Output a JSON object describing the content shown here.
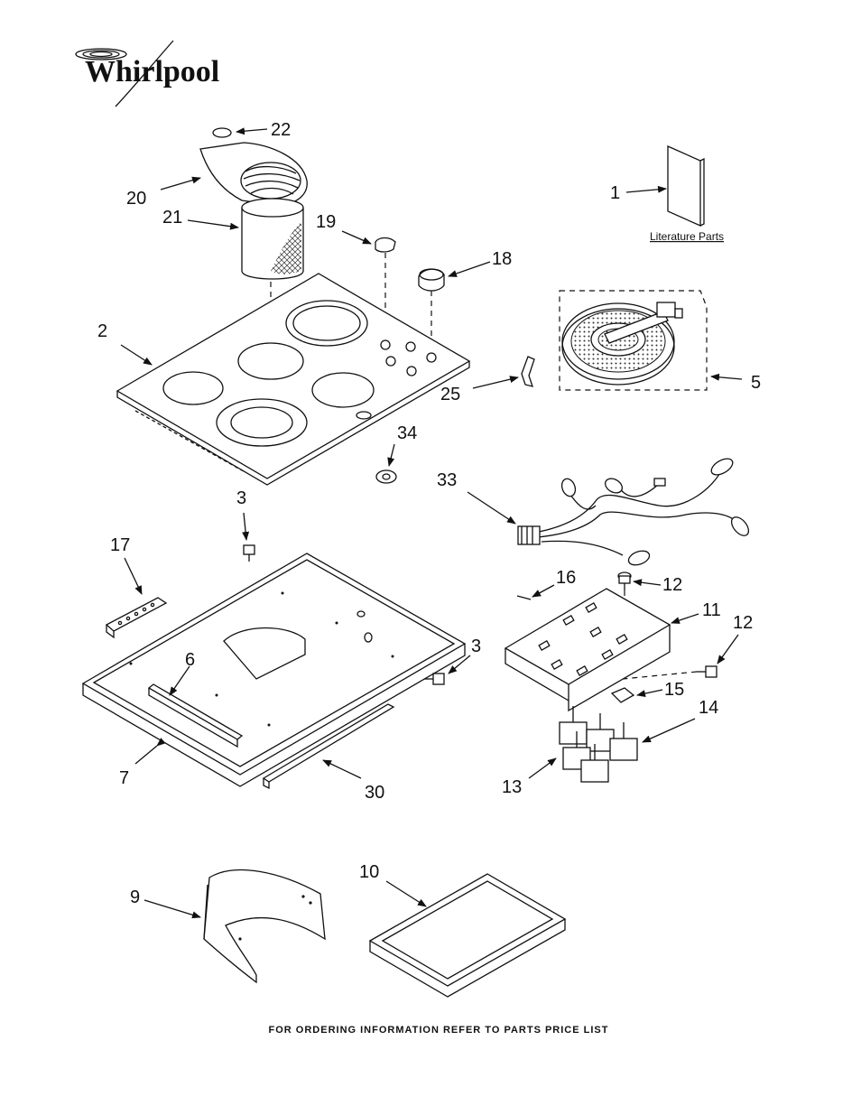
{
  "brand": {
    "name": "Whirlpool"
  },
  "footer": {
    "text": "FOR ORDERING INFORMATION REFER TO PARTS PRICE LIST"
  },
  "literature_label": "Literature Parts",
  "callouts": {
    "c1": "1",
    "c2": "2",
    "c3a": "3",
    "c3b": "3",
    "c5": "5",
    "c6": "6",
    "c7": "7",
    "c9": "9",
    "c10": "10",
    "c11": "11",
    "c12a": "12",
    "c12b": "12",
    "c13": "13",
    "c14": "14",
    "c15": "15",
    "c16": "16",
    "c17": "17",
    "c18": "18",
    "c19": "19",
    "c20": "20",
    "c21": "21",
    "c22": "22",
    "c25": "25",
    "c30": "30",
    "c33": "33",
    "c34": "34"
  }
}
